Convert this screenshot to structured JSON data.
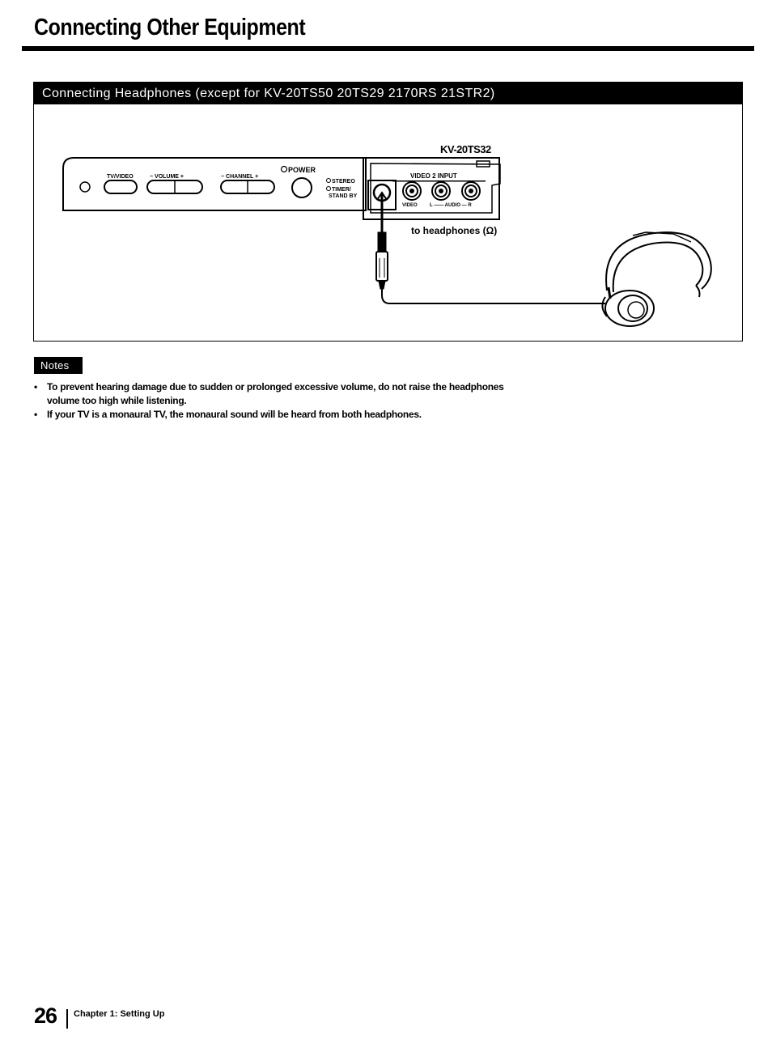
{
  "page": {
    "title": "Connecting Other Equipment",
    "number": "26",
    "chapter": "Chapter 1: Setting Up"
  },
  "section": {
    "header": "Connecting Headphones (except for KV-20TS50 20TS29 2170RS 21STR2)"
  },
  "diagram": {
    "model": "KV-20TS32",
    "tv_video_label": "TV/VIDEO",
    "volume_label": "− VOLUME +",
    "channel_label": "− CHANNEL +",
    "power_label": "POWER",
    "stereo_label": "STEREO",
    "timer_label": "TIMER/",
    "standby_label": "STAND BY",
    "video2_input_label": "VIDEO 2 INPUT",
    "video_label": "VIDEO",
    "audio_label": "L —— AUDIO — R",
    "callout": "to headphones (Ω)"
  },
  "notes": {
    "badge": "Notes",
    "items": [
      "To prevent hearing damage due to sudden or prolonged excessive volume, do not raise the headphones volume too high while listening.",
      "If your TV is a monaural TV, the monaural sound will be heard from both headphones."
    ]
  }
}
